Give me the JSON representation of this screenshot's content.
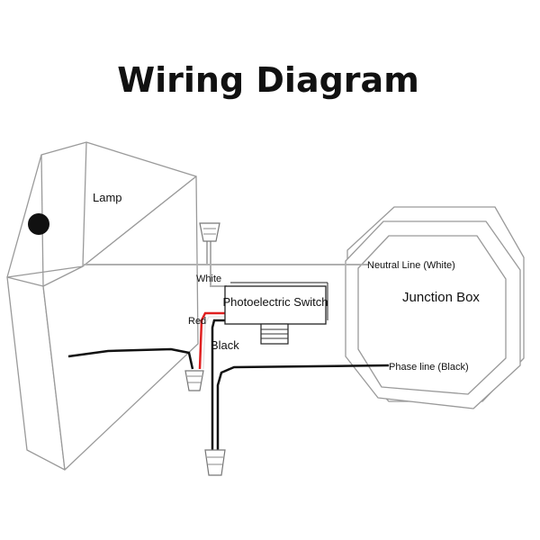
{
  "title": "Wiring Diagram",
  "labels": {
    "lamp": "Lamp",
    "white": "White",
    "red": "Red",
    "black": "Black",
    "photoelectric_switch": "Photoelectric Switch",
    "neutral_line": "Neutral Line  (White)",
    "junction_box": "Junction Box",
    "phase_line": "Phase line  (Black)"
  },
  "colors": {
    "neutral_wire": "#b0b0b0",
    "red_wire": "#e02020",
    "black_wire": "#111111"
  }
}
